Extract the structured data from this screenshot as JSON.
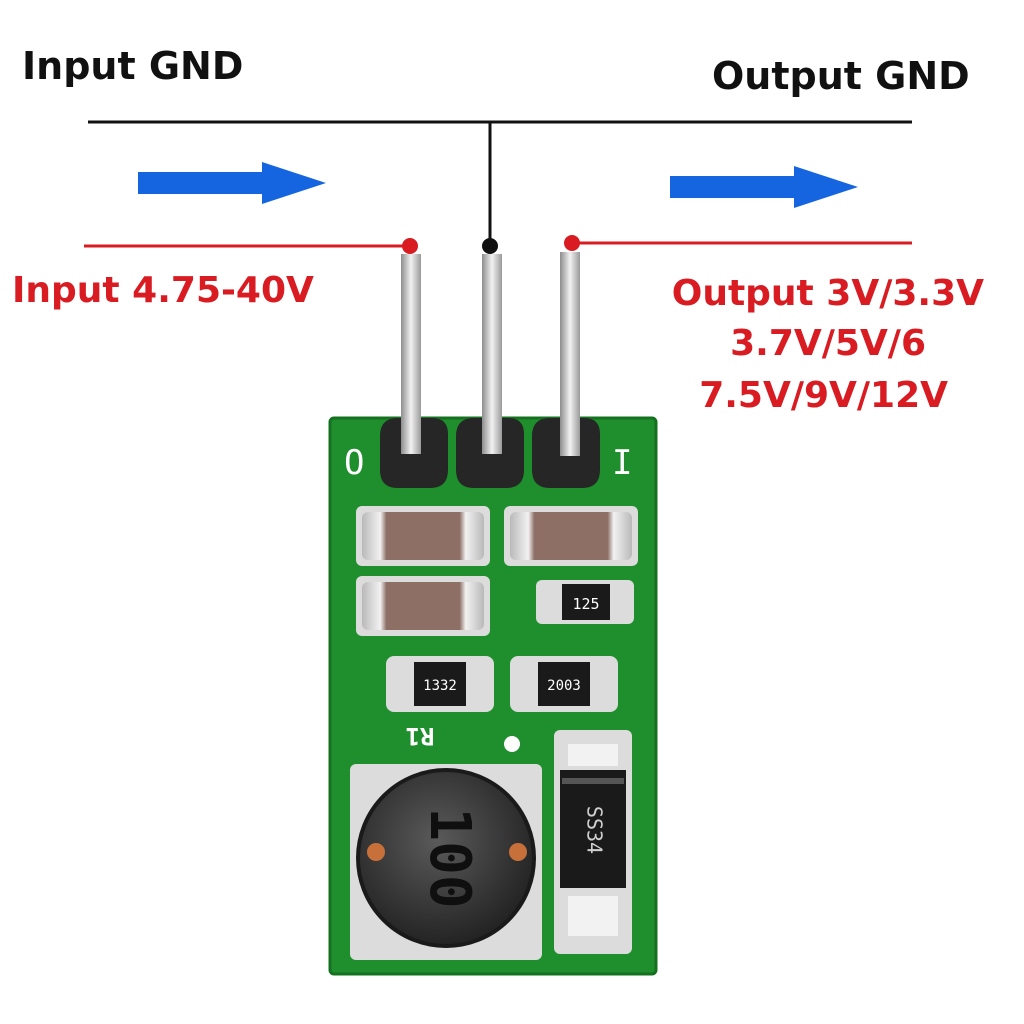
{
  "labels": {
    "input_gnd": "Input GND",
    "output_gnd": "Output GND",
    "input_voltage": "Input 4.75-40V",
    "output_voltage_lines": [
      "Output 3V/3.3V",
      "3.7V/5V/6",
      "7.5V/9V/12V"
    ]
  },
  "board": {
    "pin_marks": {
      "left": "O",
      "right": "I"
    },
    "component_codes": {
      "r_125": "125",
      "r_1332": "1332",
      "r_2003": "2003",
      "ref_r1": "R1",
      "inductor": "100",
      "diode": "SS34"
    }
  },
  "colors": {
    "wire_red": "#d81c22",
    "wire_black": "#111111",
    "arrow_blue": "#1565e0",
    "pcb_green": "#1e8f2c"
  }
}
